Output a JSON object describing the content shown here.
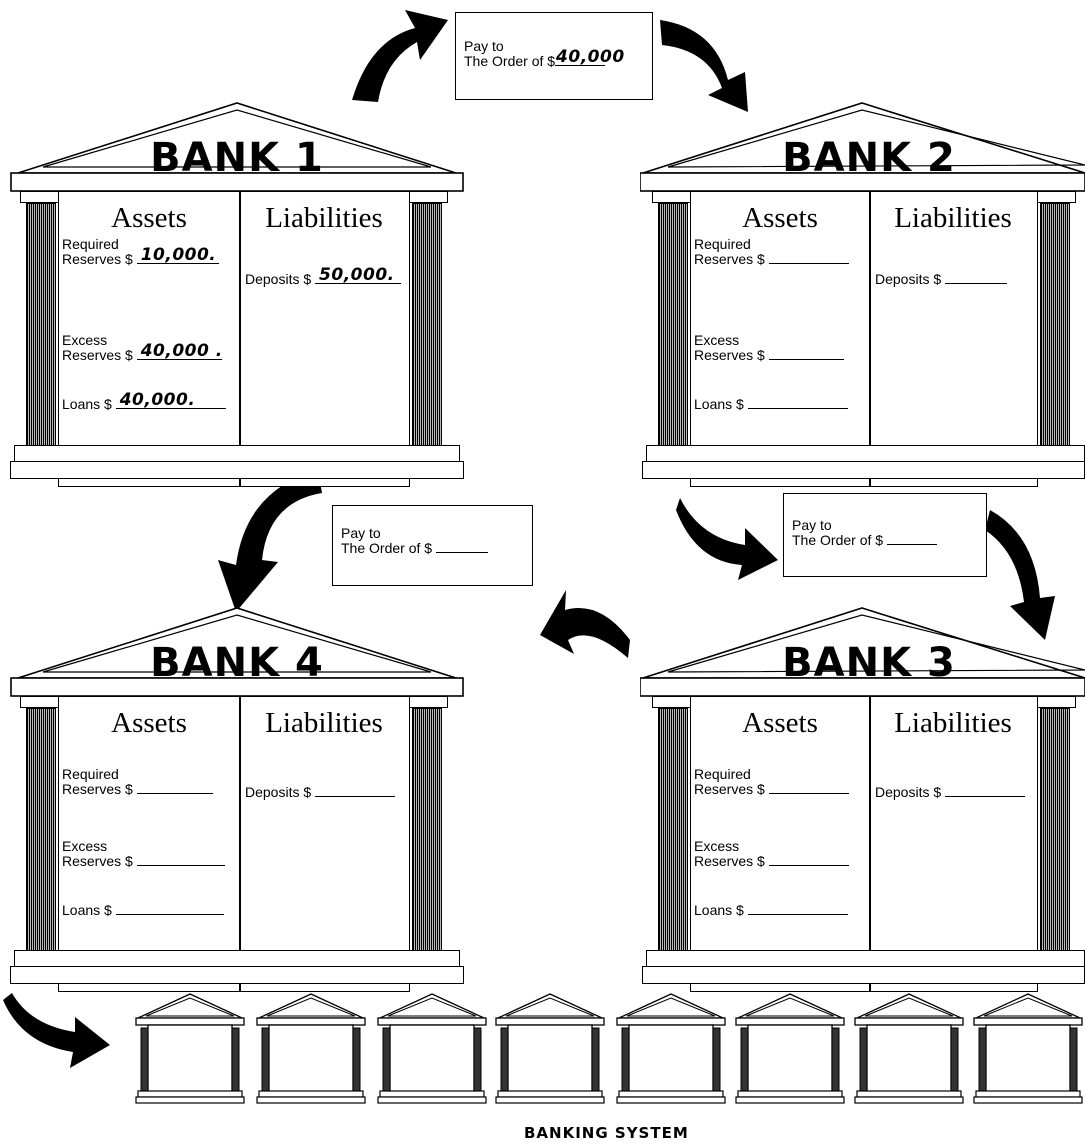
{
  "banks": [
    {
      "title": "BANK 1",
      "assets": "Assets",
      "liabilities": "Liabilities",
      "required_label": [
        "Required",
        "Reserves $"
      ],
      "required": "10,000.",
      "excess_label": [
        "Excess",
        "Reserves $"
      ],
      "excess": "40,000 .",
      "loans_label": "Loans $",
      "loans": "40,000.",
      "deposits_label": "Deposits $",
      "deposits": "50,000."
    },
    {
      "title": "BANK 2",
      "assets": "Assets",
      "liabilities": "Liabilities",
      "required_label": [
        "Required",
        "Reserves $"
      ],
      "required": "",
      "excess_label": [
        "Excess",
        "Reserves $"
      ],
      "excess": "",
      "loans_label": "Loans $",
      "loans": "",
      "deposits_label": "Deposits $",
      "deposits": ""
    },
    {
      "title": "BANK 3",
      "assets": "Assets",
      "liabilities": "Liabilities",
      "required_label": [
        "Required",
        "Reserves $"
      ],
      "required": "",
      "excess_label": [
        "Excess",
        "Reserves $"
      ],
      "excess": "",
      "loans_label": "Loans $",
      "loans": "",
      "deposits_label": "Deposits $",
      "deposits": ""
    },
    {
      "title": "BANK 4",
      "assets": "Assets",
      "liabilities": "Liabilities",
      "required_label": [
        "Required",
        "Reserves $"
      ],
      "required": "",
      "excess_label": [
        "Excess",
        "Reserves $"
      ],
      "excess": "",
      "loans_label": "Loans $",
      "loans": "",
      "deposits_label": "Deposits $",
      "deposits": ""
    }
  ],
  "checks": [
    {
      "line1": "Pay to",
      "line2": "The Order of $",
      "amount": "40,000"
    },
    {
      "line1": "Pay to",
      "line2": "The Order of $",
      "amount": ""
    },
    {
      "line1": "Pay to",
      "line2": "The Order of $",
      "amount": ""
    }
  ],
  "footer": "BANKING SYSTEM"
}
